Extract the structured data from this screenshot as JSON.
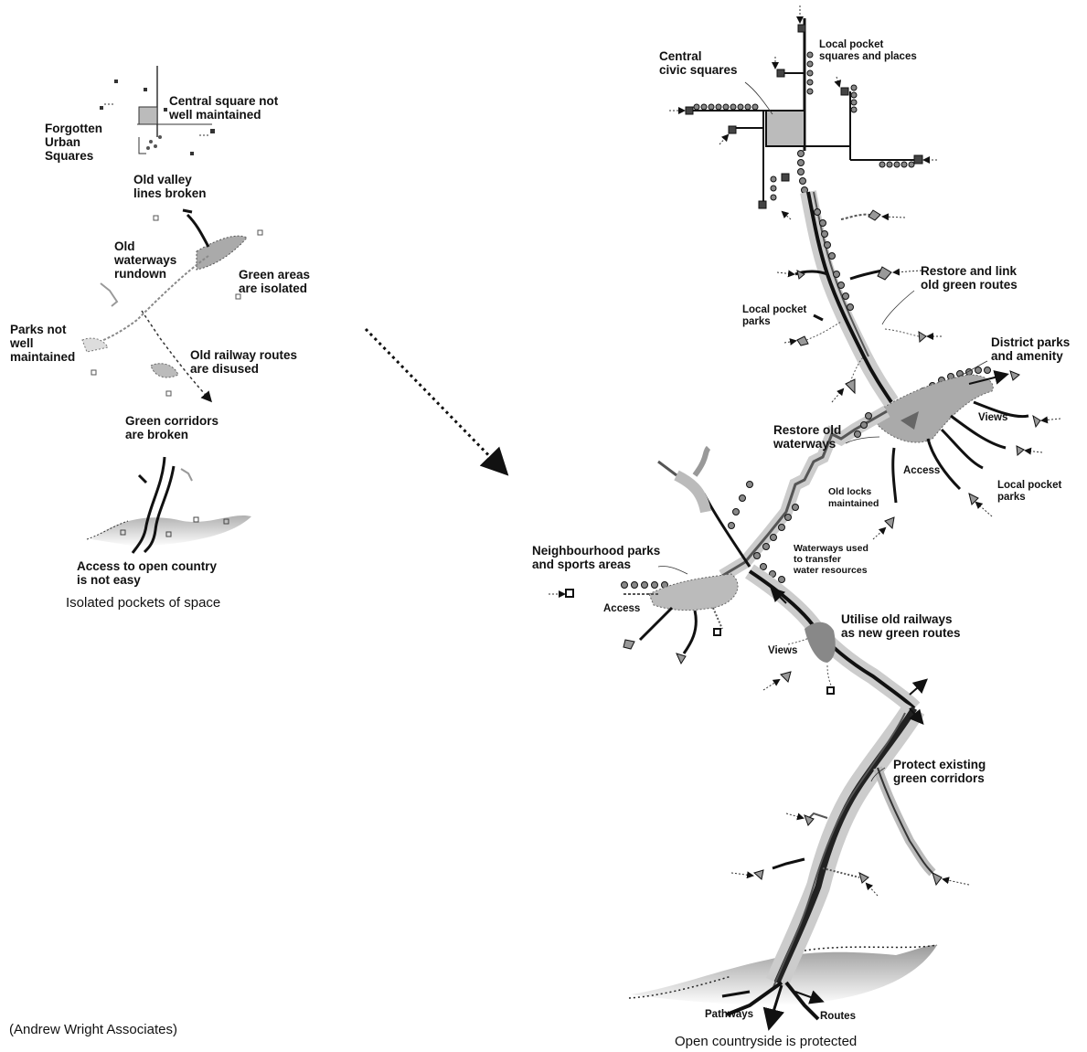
{
  "left": {
    "labels": {
      "forgotten_squares": "Forgotten\nUrban\nSquares",
      "central_square": "Central square not\nwell maintained",
      "valley_lines": "Old valley\nlines broken",
      "waterways": "Old\nwaterways\nrundown",
      "green_isolated": "Green areas\nare isolated",
      "parks_not": "Parks not\nwell\nmaintained",
      "railway": "Old railway routes\nare disused",
      "corridors": "Green corridors\nare broken",
      "access": "Access to open country\nis not easy",
      "caption": "Isolated pockets of space"
    }
  },
  "right": {
    "labels": {
      "civic": "Central\ncivic squares",
      "local_squares": "Local pocket\nsquares and places",
      "restore_link": "Restore and link\nold green routes",
      "local_parks_1": "Local pocket\nparks",
      "district": "District parks\nand amenity",
      "views_1": "Views",
      "restore_waterways": "Restore old\nwaterways",
      "access_1": "Access",
      "old_locks": "Old locks\nmaintained",
      "local_parks_2": "Local pocket\nparks",
      "neighbourhood": "Neighbourhood parks\nand sports areas",
      "waterways_used": "Waterways used\nto transfer\nwater resources",
      "access_2": "Access",
      "utilise": "Utilise old railways\nas new green routes",
      "views_2": "Views",
      "protect": "Protect existing\ngreen corridors",
      "pathways": "Pathways",
      "routes": "Routes",
      "caption": "Open countryside is protected"
    }
  },
  "credit": "(Andrew Wright Associates)"
}
